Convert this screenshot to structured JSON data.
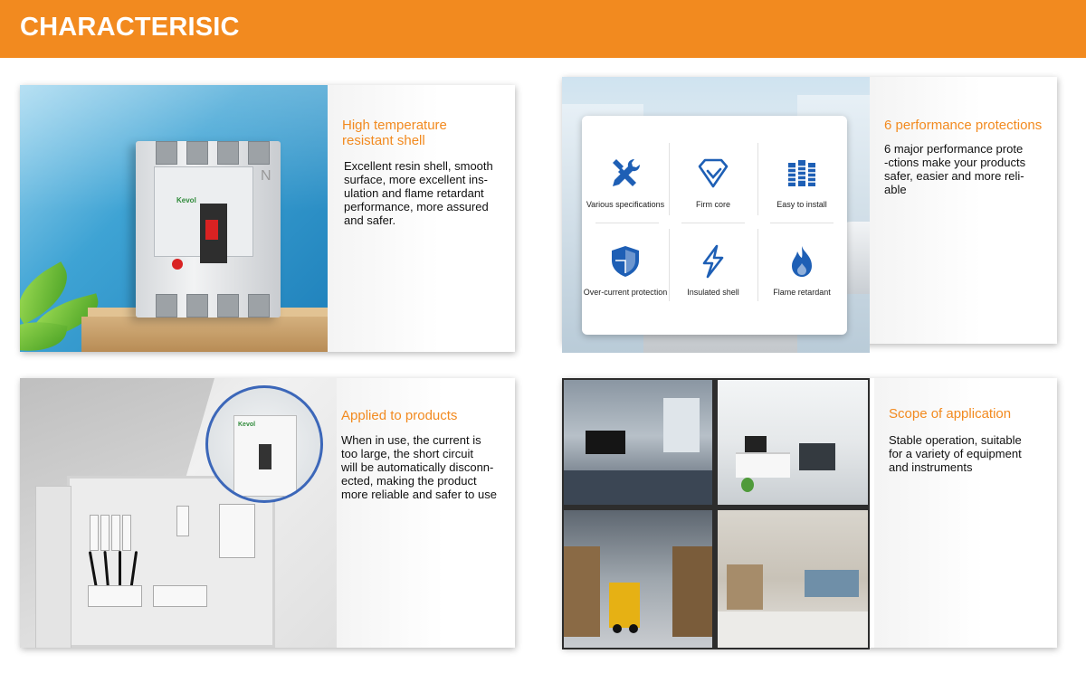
{
  "header": {
    "title": "CHARACTERISIC",
    "background_color": "#f28a1f"
  },
  "accent_color": "#f28a1f",
  "features": [
    {
      "title_lines": [
        "High temperature",
        "resistant shell"
      ],
      "desc_lines": [
        "Excellent resin shell, smooth",
        "surface, more excellent ins-",
        "ulation and flame retardant",
        "performance, more assured",
        "and safer."
      ],
      "image_brand": "Kevol",
      "image_mark": "N"
    },
    {
      "title_lines": [
        "6 performance protections"
      ],
      "desc_lines": [
        "6 major performance prote",
        "-ctions make your products",
        "safer, easier and more reli-",
        "able"
      ],
      "protections": [
        {
          "label": "Various specifications",
          "icon": "wrench-screwdriver-icon"
        },
        {
          "label": "Firm core",
          "icon": "diamond-icon"
        },
        {
          "label": "Easy to install",
          "icon": "screws-icon"
        },
        {
          "label": "Over-current protection",
          "icon": "shield-icon"
        },
        {
          "label": "Insulated shell",
          "icon": "lightning-icon"
        },
        {
          "label": "Flame retardant",
          "icon": "flame-icon"
        }
      ],
      "icon_color": "#1e5fb5"
    },
    {
      "title_lines": [
        "Applied to products"
      ],
      "desc_lines": [
        "When in use, the current is",
        "too large, the short circuit",
        "will be automatically disconn-",
        "ected, making the product",
        "more reliable and safer to use"
      ],
      "image_brand": "Kevol"
    },
    {
      "title_lines": [
        "Scope of application"
      ],
      "desc_lines": [
        "Stable operation, suitable",
        "for a variety of equipment",
        "and instruments"
      ]
    }
  ]
}
